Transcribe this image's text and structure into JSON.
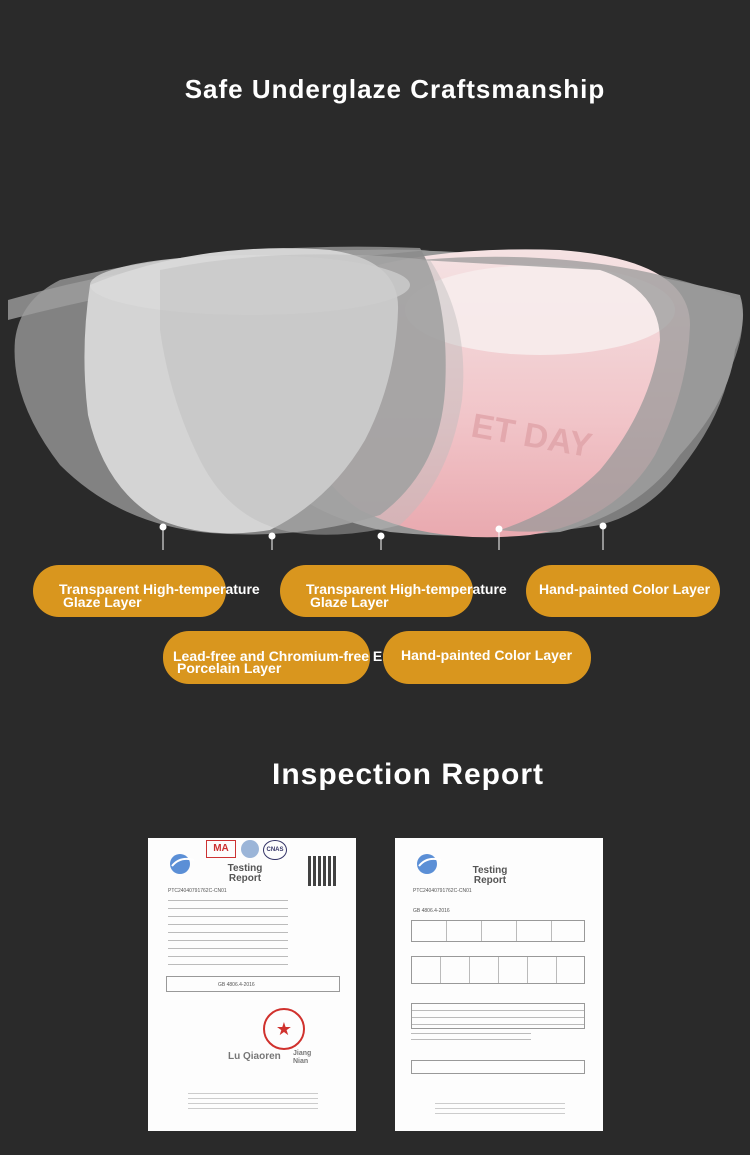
{
  "section1": {
    "title": "Safe Underglaze Craftsmanship",
    "bowl_text": "ET DAY"
  },
  "layers": [
    {
      "line1": "Transparent High-temperature",
      "line2": "Glaze Layer"
    },
    {
      "line1": "Transparent High-temperature",
      "line2": "Glaze Layer"
    },
    {
      "line1": "Hand-painted Color Layer",
      "line2": ""
    },
    {
      "line1": "Lead-free and Chromium-free Environmentally friendly",
      "line2": "Porcelain Layer"
    },
    {
      "line1": "Hand-painted Color Layer",
      "line2": ""
    }
  ],
  "section2": {
    "title": "Inspection Report"
  },
  "report1": {
    "heading": "Testing",
    "heading2": "Report",
    "number": "PTC24040791762C-CN01",
    "std": "GB 4806.4-2016",
    "sig1": "Lu Qiaoren",
    "sig2a": "Jiang",
    "sig2b": "Nian",
    "marks": [
      "MA",
      "CNAS"
    ]
  },
  "report2": {
    "heading": "Testing",
    "heading2": "Report",
    "number": "PTC24040791762C-CN01",
    "std": "GB 4806.4-2016"
  },
  "colors": {
    "background": "#2a2a2a",
    "pill": "#d9961e",
    "bowl_pink": "#f1c9cc",
    "stamp": "#d0312d"
  }
}
